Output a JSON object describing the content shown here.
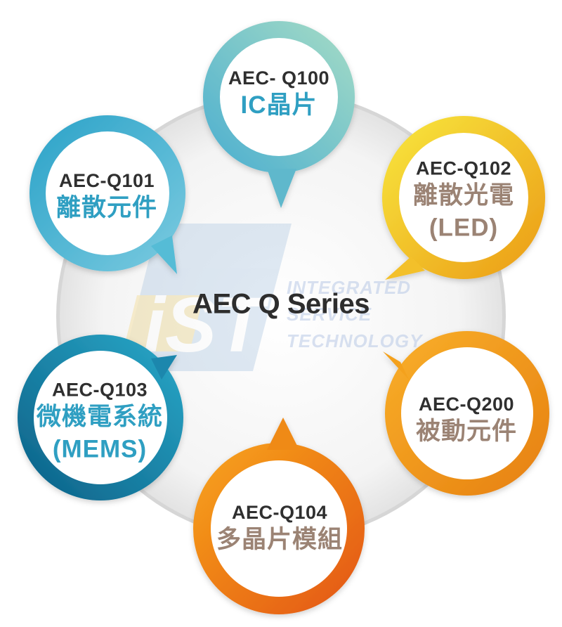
{
  "center": {
    "title": "AEC Q Series"
  },
  "watermark": {
    "logo_text": "iST",
    "lines": [
      "INTEGRATED",
      "SERVICE",
      "TECHNOLOGY"
    ]
  },
  "nodes": [
    {
      "code": "AEC- Q100",
      "lines": [
        "IC晶片"
      ]
    },
    {
      "code": "AEC-Q101",
      "lines": [
        "離散元件"
      ]
    },
    {
      "code": "AEC-Q102",
      "lines": [
        "離散光電",
        "(LED)"
      ]
    },
    {
      "code": "AEC-Q103",
      "lines": [
        "微機電系統",
        "(MEMS)"
      ]
    },
    {
      "code": "AEC-Q200",
      "lines": [
        "被動元件"
      ]
    },
    {
      "code": "AEC-Q104",
      "lines": [
        "多晶片模組"
      ]
    }
  ],
  "colors": {
    "q100": [
      "#8fd3c2",
      "#4aaed0"
    ],
    "q101": [
      "#2aa2c8",
      "#66c4da"
    ],
    "q102": [
      "#f7e33a",
      "#eca218"
    ],
    "q103": [
      "#0f6e96",
      "#2aa9c9"
    ],
    "q200": [
      "#f6a21d",
      "#e88612"
    ],
    "q104": [
      "#f7a019",
      "#e65b14"
    ],
    "code_text": "#2f2f2f",
    "blue_text": "#2f9fc2",
    "brown_text": "#9b8374"
  }
}
